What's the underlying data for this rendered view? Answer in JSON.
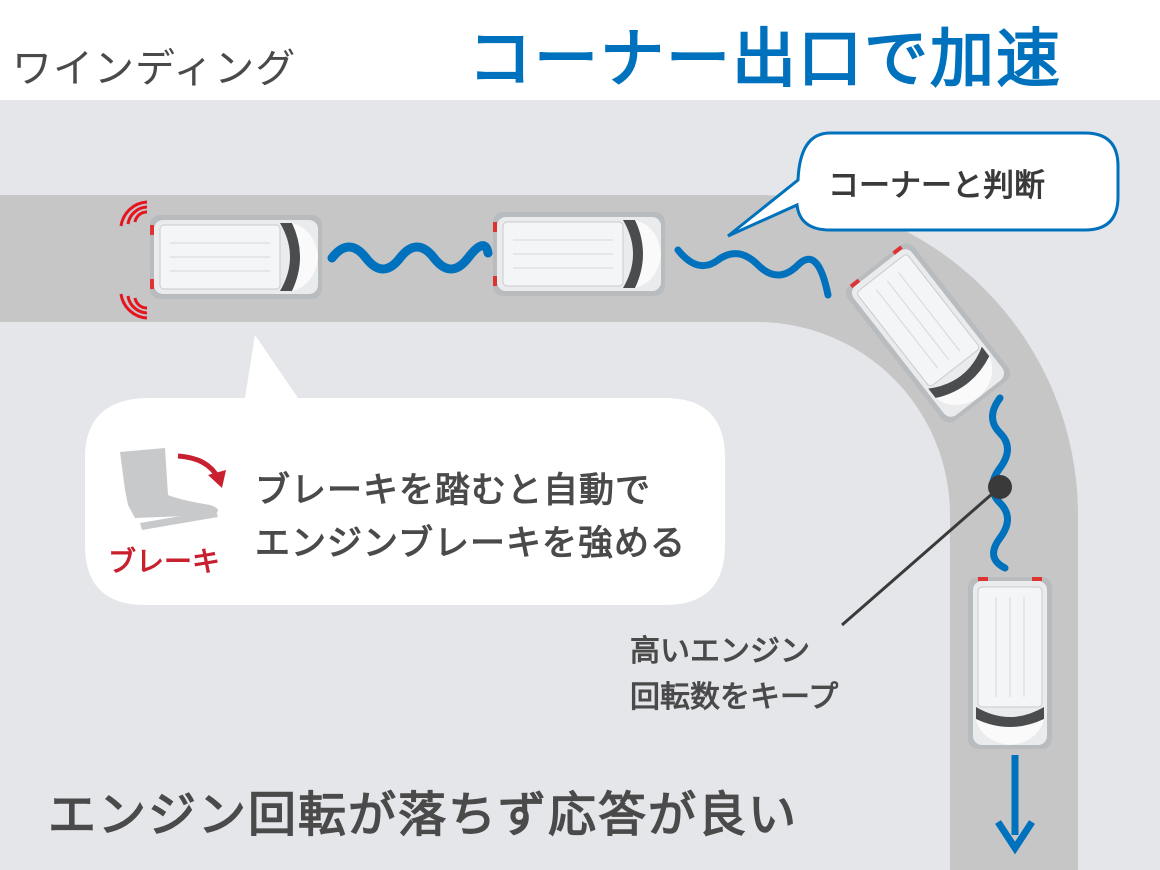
{
  "header": {
    "subtitle": "ワインディング",
    "title": "コーナー出口で加速"
  },
  "callouts": {
    "corner": "コーナーと判断",
    "brake_line1": "ブレーキを踏むと自動で",
    "brake_line2": "エンジンブレーキを強める",
    "brake_label": "ブレーキ",
    "rpm_line1": "高いエンジン",
    "rpm_line2": "回転数をキープ"
  },
  "footer": {
    "text": "エンジン回転が落ちず応答が良い"
  },
  "colors": {
    "accent": "#0071bc",
    "brake": "#c8202e",
    "road": "#c6c6c6",
    "ground": "#e4e6e9",
    "text": "#4a4a4a"
  }
}
